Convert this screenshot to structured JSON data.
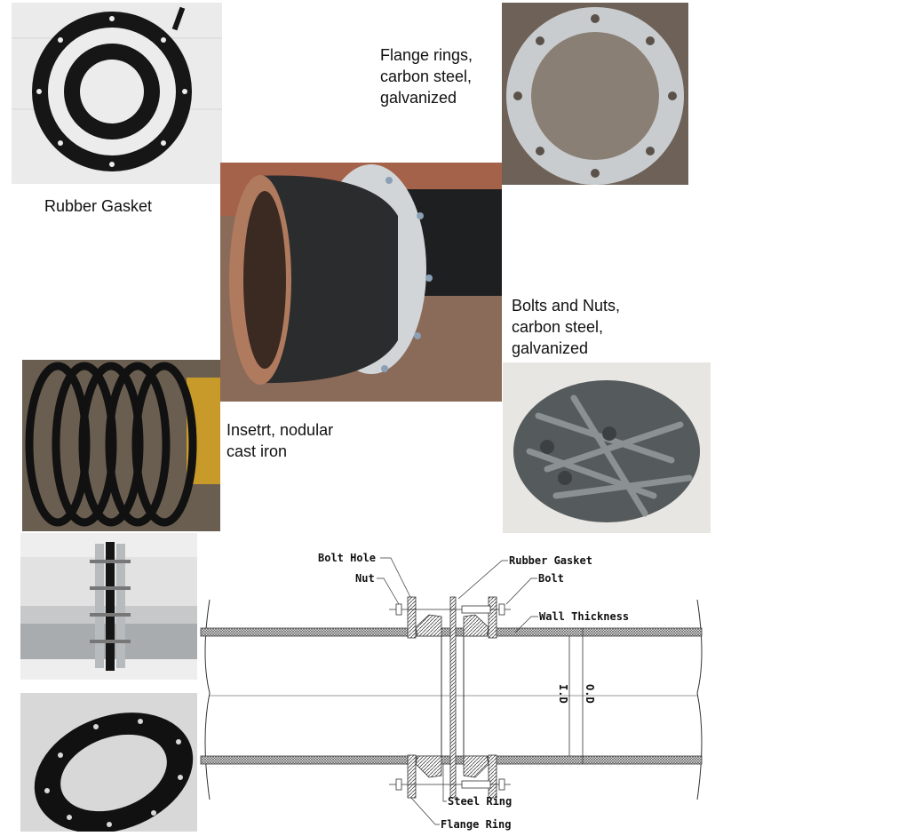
{
  "labels": {
    "rubber_gasket": "Rubber Gasket",
    "flange_rings": "Flange rings,\ncarbon steel,\ngalvanized",
    "bolts_nuts": "Bolts and Nuts,\ncarbon steel,\ngalvanized",
    "insert": "Insetrt, nodular\ncast iron"
  },
  "diagram": {
    "bolt_hole": "Bolt Hole",
    "nut": "Nut",
    "rubber_gasket": "Rubber Gasket",
    "bolt": "Bolt",
    "wall_thickness": "Wall Thickness",
    "steel_ring": "Steel Ring",
    "flange_ring": "Flange Ring",
    "id": "I.D",
    "od": "O.D"
  },
  "colors": {
    "rubber": "#1a1a1a",
    "galvanized": "#c9cccf",
    "cast_iron": "#2a2c2e"
  }
}
